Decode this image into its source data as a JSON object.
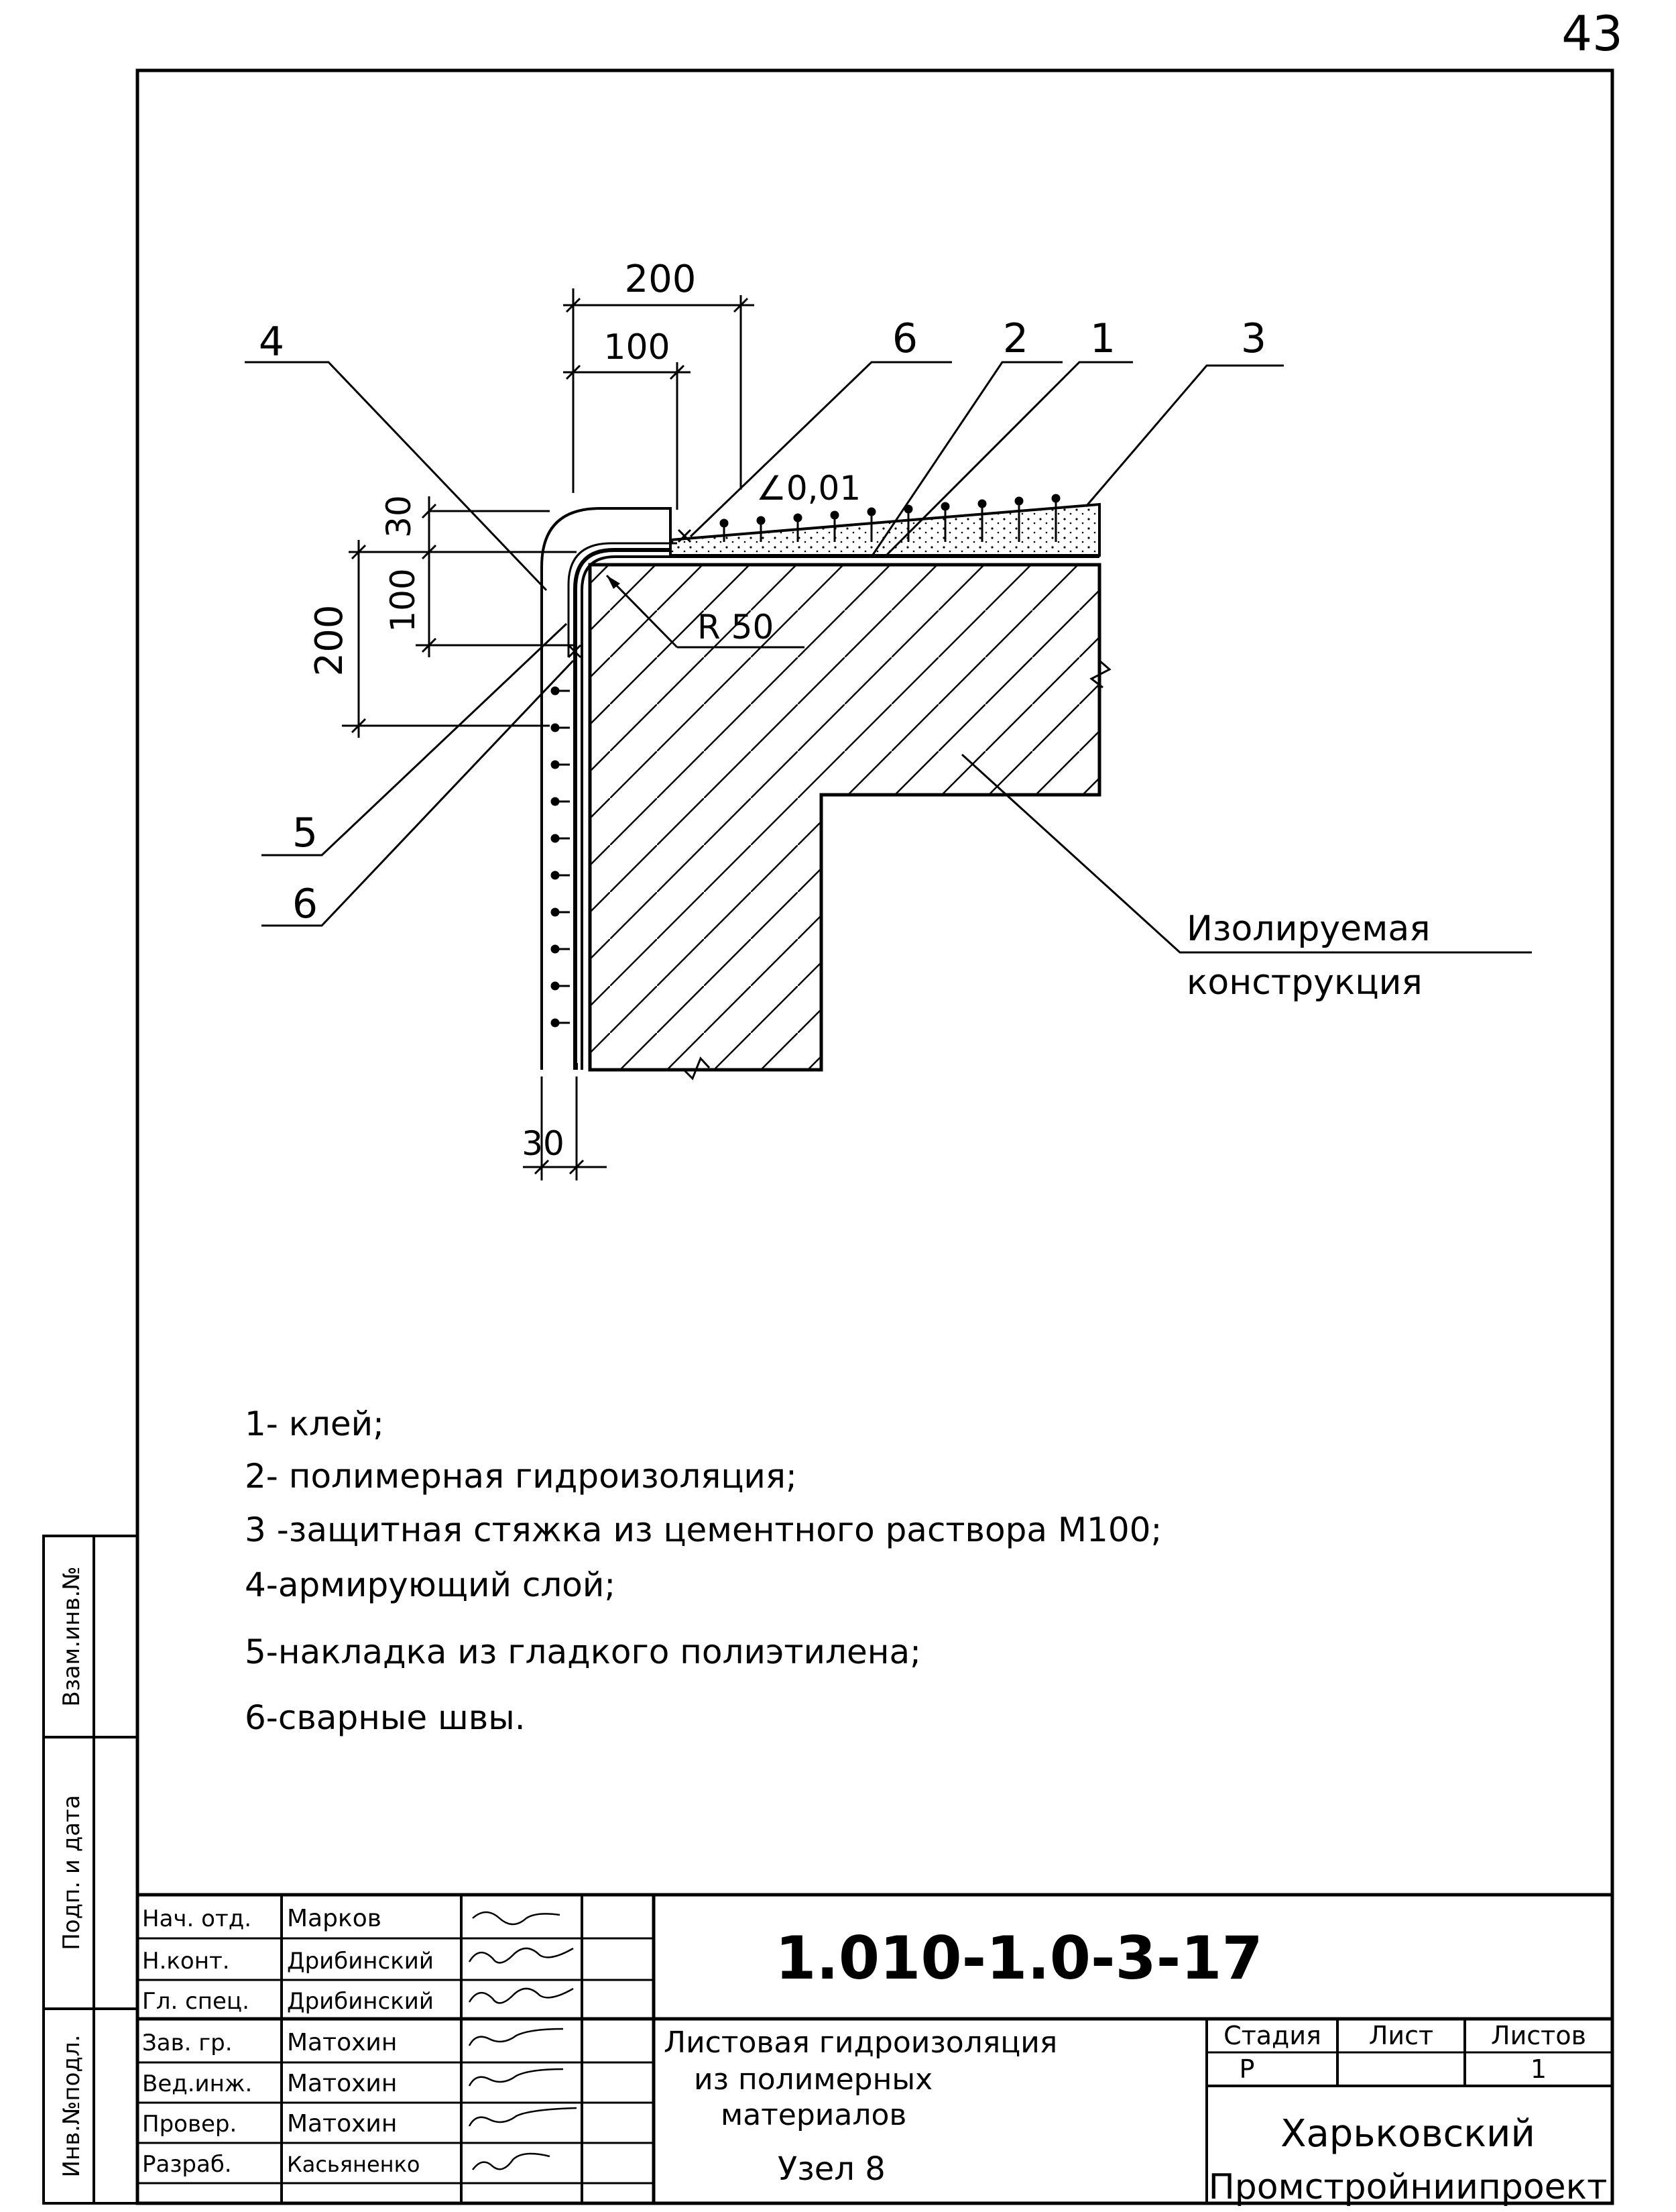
{
  "page_number": "43",
  "drawing": {
    "dims": {
      "d200_top": "200",
      "d100_top": "100",
      "d30_left": "30",
      "d100_left": "100",
      "d200_left": "200",
      "d30_bottom": "30",
      "slope": "∠0,01",
      "radius": "R 50"
    },
    "callouts": {
      "c4": "4",
      "c6_top": "6",
      "c2": "2",
      "c1": "1",
      "c3": "3",
      "c5": "5",
      "c6_bottom": "6"
    },
    "structure_label_line1": "Изолируемая",
    "structure_label_line2": "конструкция"
  },
  "legend": [
    "1- клей;",
    "2- полимерная гидроизоляция;",
    "3 -защитная стяжка из цементного раствора М100;",
    "4-армирующий слой;",
    "5-накладка из гладкого полиэтилена;",
    "6-сварные швы."
  ],
  "side_stamp": {
    "vzam": "Взам.инв.№",
    "podp": "Подп. и дата",
    "inv": "Инв.№подл."
  },
  "title_block": {
    "roles": [
      {
        "role": "Нач. отд.",
        "name": "Марков"
      },
      {
        "role": "Н.конт.",
        "name": "Дрибинский"
      },
      {
        "role": "Гл. спец.",
        "name": "Дрибинский"
      },
      {
        "role": "Зав. гр.",
        "name": "Матохин"
      },
      {
        "role": "Вед.инж.",
        "name": "Матохин"
      },
      {
        "role": "Провер.",
        "name": "Матохин"
      },
      {
        "role": "Разраб.",
        "name": "Касьяненко"
      }
    ],
    "code": "1.010-1.0-3-17",
    "title_line1": "Листовая гидроизоляция",
    "title_line2": "из полимерных",
    "title_line3": "материалов",
    "title_line4": "Узел 8",
    "stage_header": "Стадия",
    "sheet_header": "Лист",
    "sheets_header": "Листов",
    "stage_value": "Р",
    "sheet_value": "",
    "sheets_value": "1",
    "org_line1": "Харьковский",
    "org_line2": "Промстройниипроект"
  }
}
